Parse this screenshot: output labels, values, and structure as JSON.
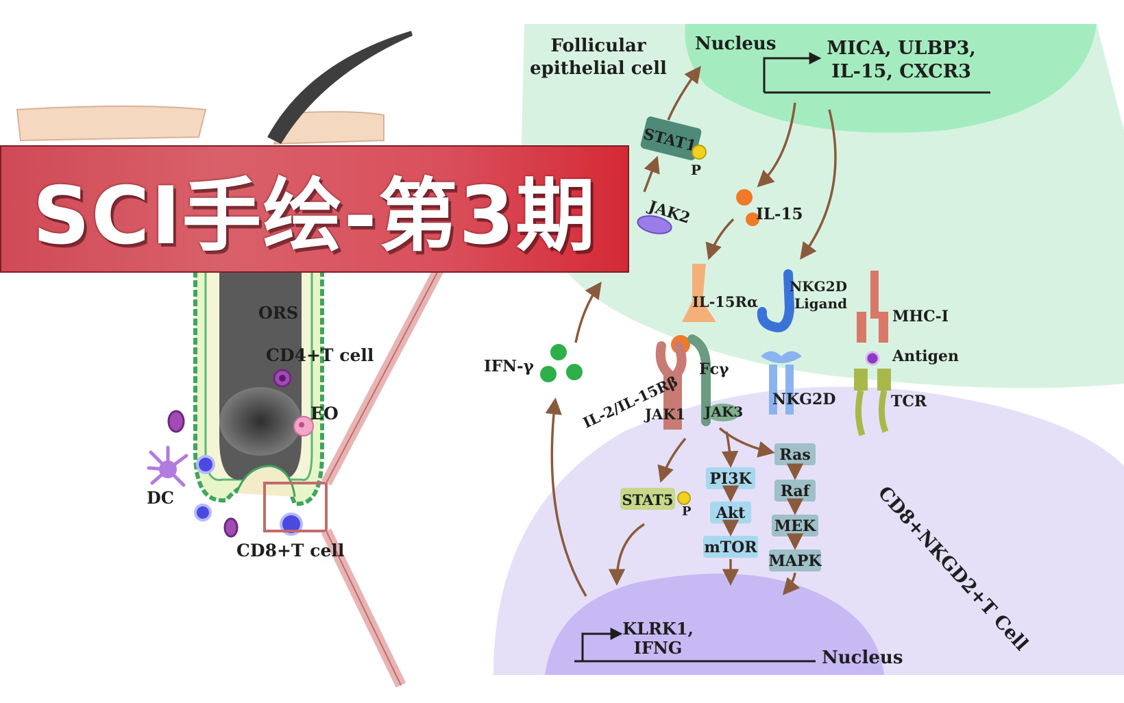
{
  "banner": {
    "title": "SCI手绘-第3期"
  },
  "follicle_labels": {
    "ors": "ORS",
    "cd4": "CD4+T cell",
    "eo": "EO",
    "dc": "DC",
    "cd8": "CD8+T cell"
  },
  "epithelial_cell": {
    "name_line1": "Follicular",
    "name_line2": "epithelial cell",
    "nucleus": "Nucleus",
    "genes_line1": "MICA, ULBP3,",
    "genes_line2": "IL-15, CXCR3",
    "stat1": "STAT1",
    "stat1_p": "P",
    "jak2": "JAK2",
    "il15": "IL-15",
    "il15ra": "IL-15Rα",
    "nkg2d_ligand_line1": "NKG2D",
    "nkg2d_ligand_line2": "Ligand",
    "mhc1": "MHC-I",
    "antigen": "Antigen"
  },
  "t_cell": {
    "ifn_gamma": "IFN-γ",
    "fc_gamma": "Fcγ",
    "il2_il15rb": "IL-2/IL-15Rβ",
    "jak1": "JAK1",
    "jak3": "JAK3",
    "nkg2d": "NKG2D",
    "tcr": "TCR",
    "stat5": "STAT5",
    "stat5_p": "P",
    "pi3k": "PI3K",
    "akt": "Akt",
    "mtor": "mTOR",
    "ras": "Ras",
    "raf": "Raf",
    "mek": "MEK",
    "mapk": "MAPK",
    "cell_name": "CD8+NKGD2+T Cell",
    "genes_line1": "KLRK1,",
    "genes_line2": "IFNG",
    "nucleus": "Nucleus"
  },
  "colors": {
    "epithelial_fill": "#cdeeda",
    "epithelial_nucleus": "#9ee8b8",
    "tcell_fill": "#e2dcf6",
    "tcell_nucleus": "#c5b8f2",
    "arrow": "#8a5a3c",
    "banner": "#d9505c"
  }
}
